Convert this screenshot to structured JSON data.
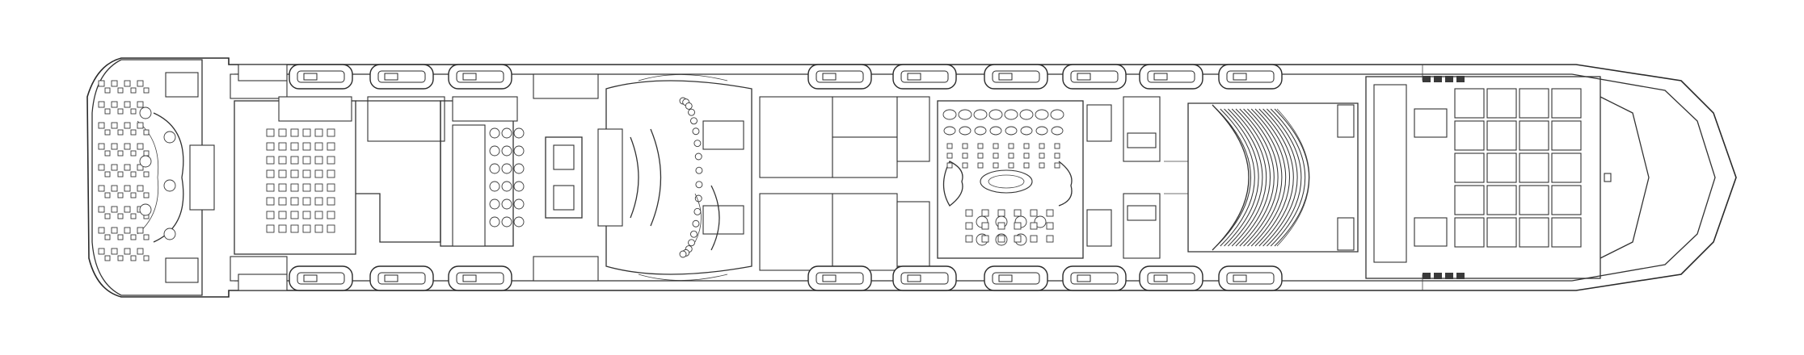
{
  "diagram": {
    "kind": "ship-deck-plan",
    "line_color": "#333333",
    "background": "#ffffff",
    "lifeboat_count_per_side": 9,
    "theater_row_count": 16
  }
}
